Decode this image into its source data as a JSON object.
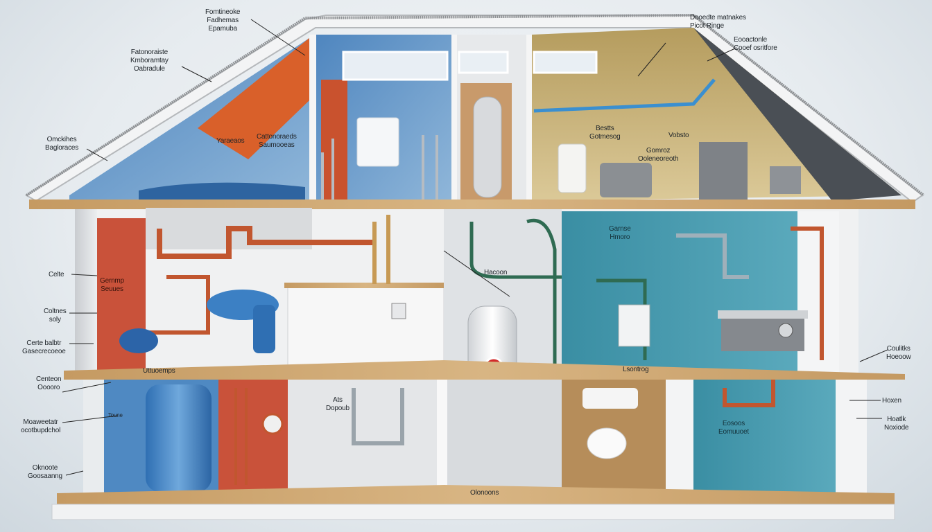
{
  "diagram": {
    "subject": "House cutaway plumbing illustration",
    "colors": {
      "background": "#e9eef2",
      "roof_edge": "#9a9a9a",
      "attic_orange": "#d9602a",
      "attic_blue": "#5b8fc2",
      "attic_tan": "#c8b27e",
      "mid_floor_orange": "#c9523a",
      "teal_room": "#3f93a8",
      "floor_wood": "#c9a06c",
      "pipe_copper": "#c1562f",
      "pipe_green": "#2f6b52",
      "wall_white": "#f2f3f4"
    },
    "labels": {
      "roof_top_left": [
        "Fomtineoke",
        "Fadhemas",
        "Epamuba"
      ],
      "roof_upper_left": [
        "Fatonoraiste",
        "Kmboramtay",
        "Oabradule"
      ],
      "roof_left_eave": [
        "Omckihes",
        "Bagloraces"
      ],
      "attic_blue_room": [
        "Cattonoraeds",
        "Saumooeas"
      ],
      "attic_blue_small": "Yaraeaos",
      "roof_top_right": [
        "Dooedte matnakes",
        "Picot Ringe"
      ],
      "roof_right": [
        "Eooactonle",
        "Cooef osritfore"
      ],
      "attic_tan_room_a": [
        "Bestts",
        "Gotmesog"
      ],
      "attic_tan_room_b": "Vobsto",
      "attic_tan_room_c": [
        "Gomroz",
        "Ooleneoreoth"
      ],
      "mid_left_1": "Celte",
      "mid_left_heater": [
        "Gernmp",
        "Seuues"
      ],
      "mid_left_2": [
        "Coltnes",
        "soly"
      ],
      "mid_left_3": [
        "Certe balbtr",
        "Gasecrecoeoe"
      ],
      "teal_room_upper": [
        "Garnse",
        "Hmoro"
      ],
      "center_room": "Hacoon",
      "floor_left_1": [
        "Centeon",
        "Ooooro"
      ],
      "floor_left_center": "Uttuoemps",
      "floor_center": "Lsontrog",
      "floor_right": [
        "Coulitks",
        "Hoeoow"
      ],
      "lower_left_1": [
        "Moaweetatr",
        "ocotbupdchol"
      ],
      "lower_left_2": [
        "Oknoote",
        "Goosaanng"
      ],
      "lower_tank": "Toune",
      "lower_mid": [
        "Ats",
        "Dopoub"
      ],
      "lower_teal": [
        "Eosoos",
        "Eomuuoet"
      ],
      "lower_right_1": "Hoxen",
      "lower_right_2": [
        "Hoatlk",
        "Noxiode"
      ],
      "basement_floor": "Olonoons"
    }
  }
}
